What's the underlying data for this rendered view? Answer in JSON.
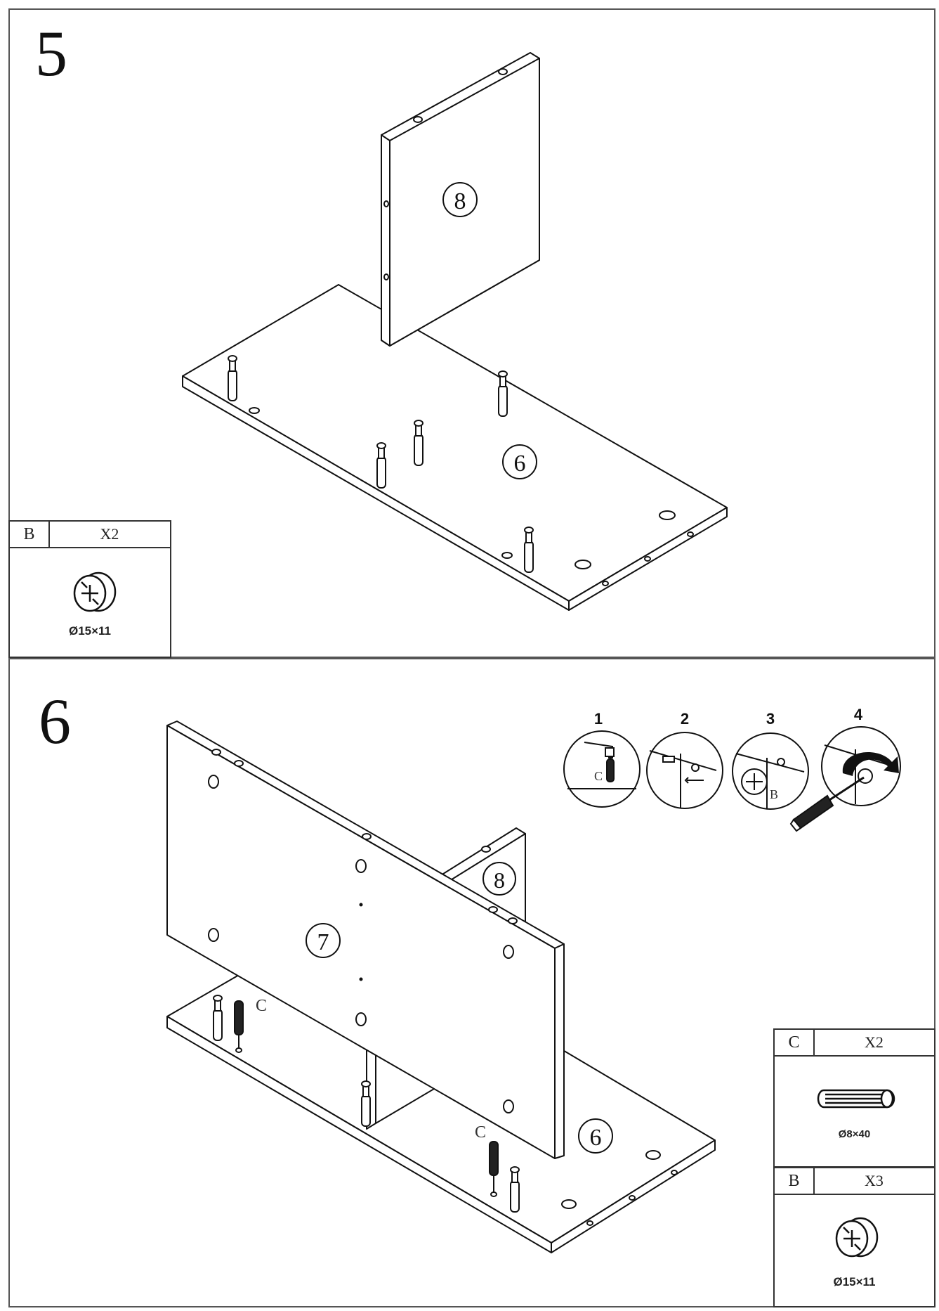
{
  "steps": [
    {
      "number": "5",
      "parts": {
        "board_top": "8",
        "board_bottom": "6"
      },
      "hardware": [
        {
          "code": "B",
          "qty": "X2",
          "spec": "Ø15×11",
          "icon": "cam-lock-icon"
        }
      ]
    },
    {
      "number": "6",
      "parts": {
        "board_front": "7",
        "board_back": "8",
        "board_bottom": "6"
      },
      "callout": "C",
      "substeps": [
        {
          "label": "1",
          "tag": "C"
        },
        {
          "label": "2"
        },
        {
          "label": "3",
          "tag": "B"
        },
        {
          "label": "4"
        }
      ],
      "hardware": [
        {
          "code": "C",
          "qty": "X2",
          "spec": "Ø8×40",
          "icon": "wooden-dowel-icon"
        },
        {
          "code": "B",
          "qty": "X3",
          "spec": "Ø15×11",
          "icon": "cam-lock-icon"
        }
      ]
    }
  ]
}
